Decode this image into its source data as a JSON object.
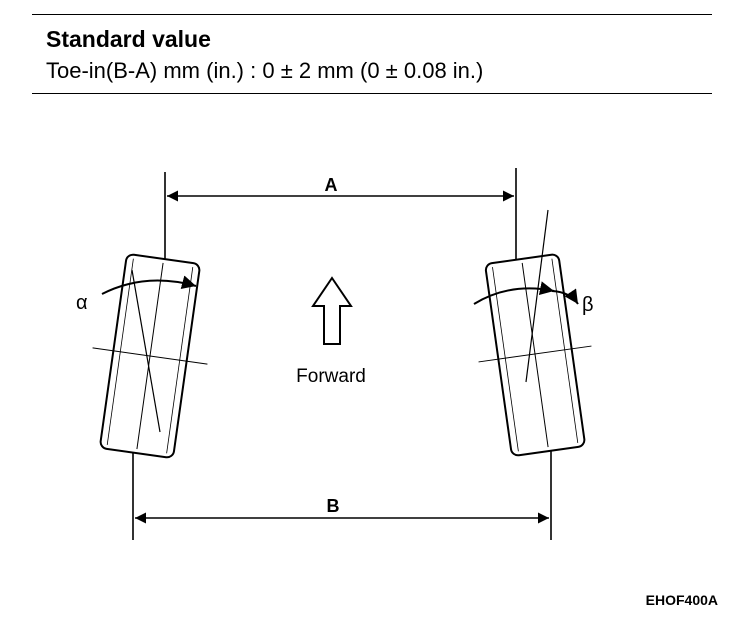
{
  "header": {
    "title": "Standard value",
    "spec": "Toe-in(B-A) mm (in.) : 0 ± 2 mm (0 ± 0.08 in.)"
  },
  "diagram": {
    "label_a": "A",
    "label_b": "B",
    "label_alpha": "α",
    "label_beta": "β",
    "label_forward": "Forward"
  },
  "figure_code": "EHOF400A"
}
